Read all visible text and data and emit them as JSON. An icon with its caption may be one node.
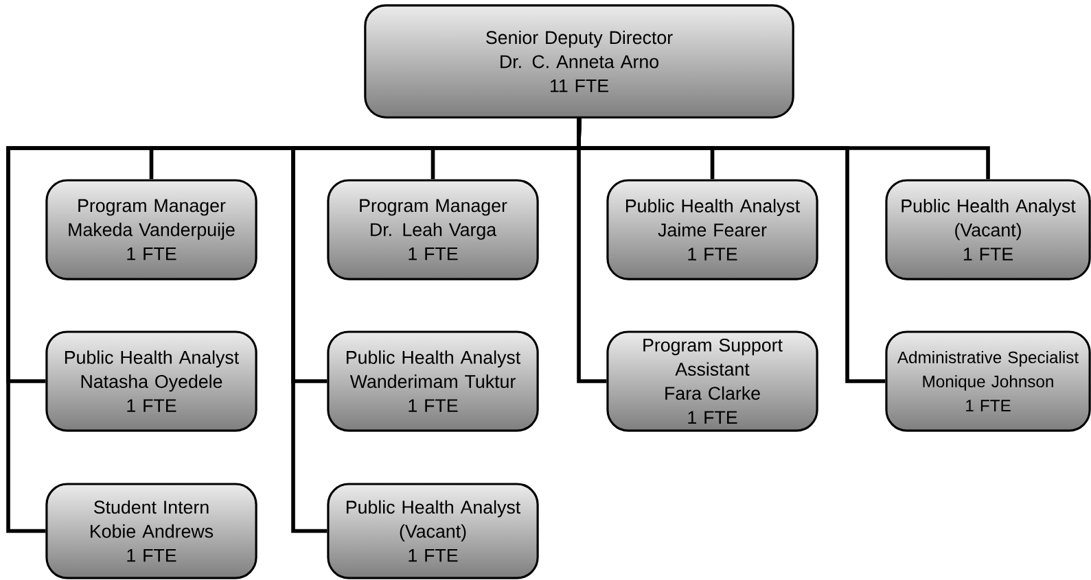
{
  "diagram": {
    "nodes": [
      {
        "text": [
          "Senior Deputy Director",
          "Dr. C. Anneta Arno",
          "11 FTE"
        ]
      },
      {
        "text": [
          "Program Manager",
          "Makeda Vanderpuije",
          "1 FTE"
        ]
      },
      {
        "text": [
          "Program Manager",
          "Dr. Leah Varga",
          "1 FTE"
        ]
      },
      {
        "text": [
          "Public Health Analyst",
          "Jaime Fearer",
          "1 FTE"
        ]
      },
      {
        "text": [
          "Public Health Analyst",
          "(Vacant)",
          "1 FTE"
        ]
      },
      {
        "text": [
          "Public Health Analyst",
          "Natasha Oyedele",
          "1 FTE"
        ]
      },
      {
        "text": [
          "Public Health Analyst",
          "Wanderimam Tuktur",
          "1 FTE"
        ]
      },
      {
        "text": [
          "Program Support Assistant",
          "Fara Clarke",
          "1 FTE"
        ]
      },
      {
        "text": [
          "Administrative Specialist",
          "Monique Johnson",
          "1 FTE"
        ]
      },
      {
        "text": [
          "Student Intern",
          "Kobie Andrews",
          "1 FTE"
        ]
      },
      {
        "text": [
          "Public Health Analyst",
          "(Vacant)",
          "1 FTE"
        ]
      }
    ],
    "edges": [
      {
        "from": 0,
        "to": 1,
        "arrow": "none"
      },
      {
        "from": 0,
        "to": 2,
        "arrow": "none"
      },
      {
        "from": 0,
        "to": 3,
        "arrow": "none"
      },
      {
        "from": 0,
        "to": 4,
        "arrow": "none"
      },
      {
        "from": 0,
        "to": 5,
        "arrow": "none"
      },
      {
        "from": 0,
        "to": 6,
        "arrow": "none"
      },
      {
        "from": 0,
        "to": 7,
        "arrow": "none"
      },
      {
        "from": 0,
        "to": 8,
        "arrow": "none"
      },
      {
        "from": 0,
        "to": 9,
        "arrow": "none"
      },
      {
        "from": 0,
        "to": 10,
        "arrow": "none"
      }
    ]
  }
}
